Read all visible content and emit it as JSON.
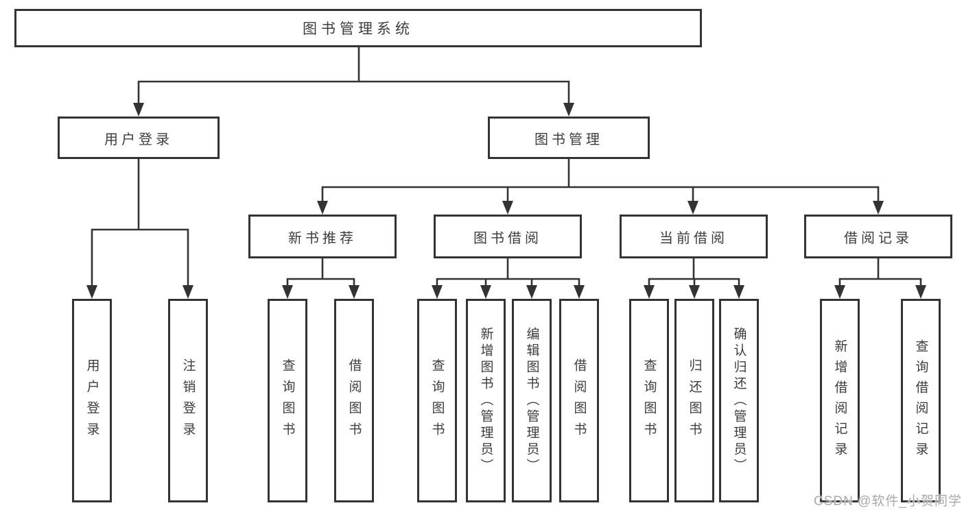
{
  "diagram": {
    "root": {
      "label": "图书管理系统"
    },
    "branches": [
      {
        "label": "用户登录",
        "children": [
          {
            "label": "用户登录"
          },
          {
            "label": "注销登录"
          }
        ]
      },
      {
        "label": "图书管理",
        "children": [
          {
            "label": "新书推荐",
            "children": [
              {
                "label": "查询图书"
              },
              {
                "label": "借阅图书"
              }
            ]
          },
          {
            "label": "图书借阅",
            "children": [
              {
                "label": "查询图书"
              },
              {
                "label": "新增图书（管理员）"
              },
              {
                "label": "编辑图书（管理员）"
              },
              {
                "label": "借阅图书"
              }
            ]
          },
          {
            "label": "当前借阅",
            "children": [
              {
                "label": "查询图书"
              },
              {
                "label": "归还图书"
              },
              {
                "label": "确认归还（管理员）"
              }
            ]
          },
          {
            "label": "借阅记录",
            "children": [
              {
                "label": "新增借阅记录"
              },
              {
                "label": "查询借阅记录"
              }
            ]
          }
        ]
      }
    ]
  },
  "watermark": {
    "text": "CSDN @软件_小贺同学"
  },
  "colors": {
    "line": "#333333",
    "text": "#3d3d3d",
    "watermark": "#a9a9a9",
    "background": "#ffffff"
  }
}
